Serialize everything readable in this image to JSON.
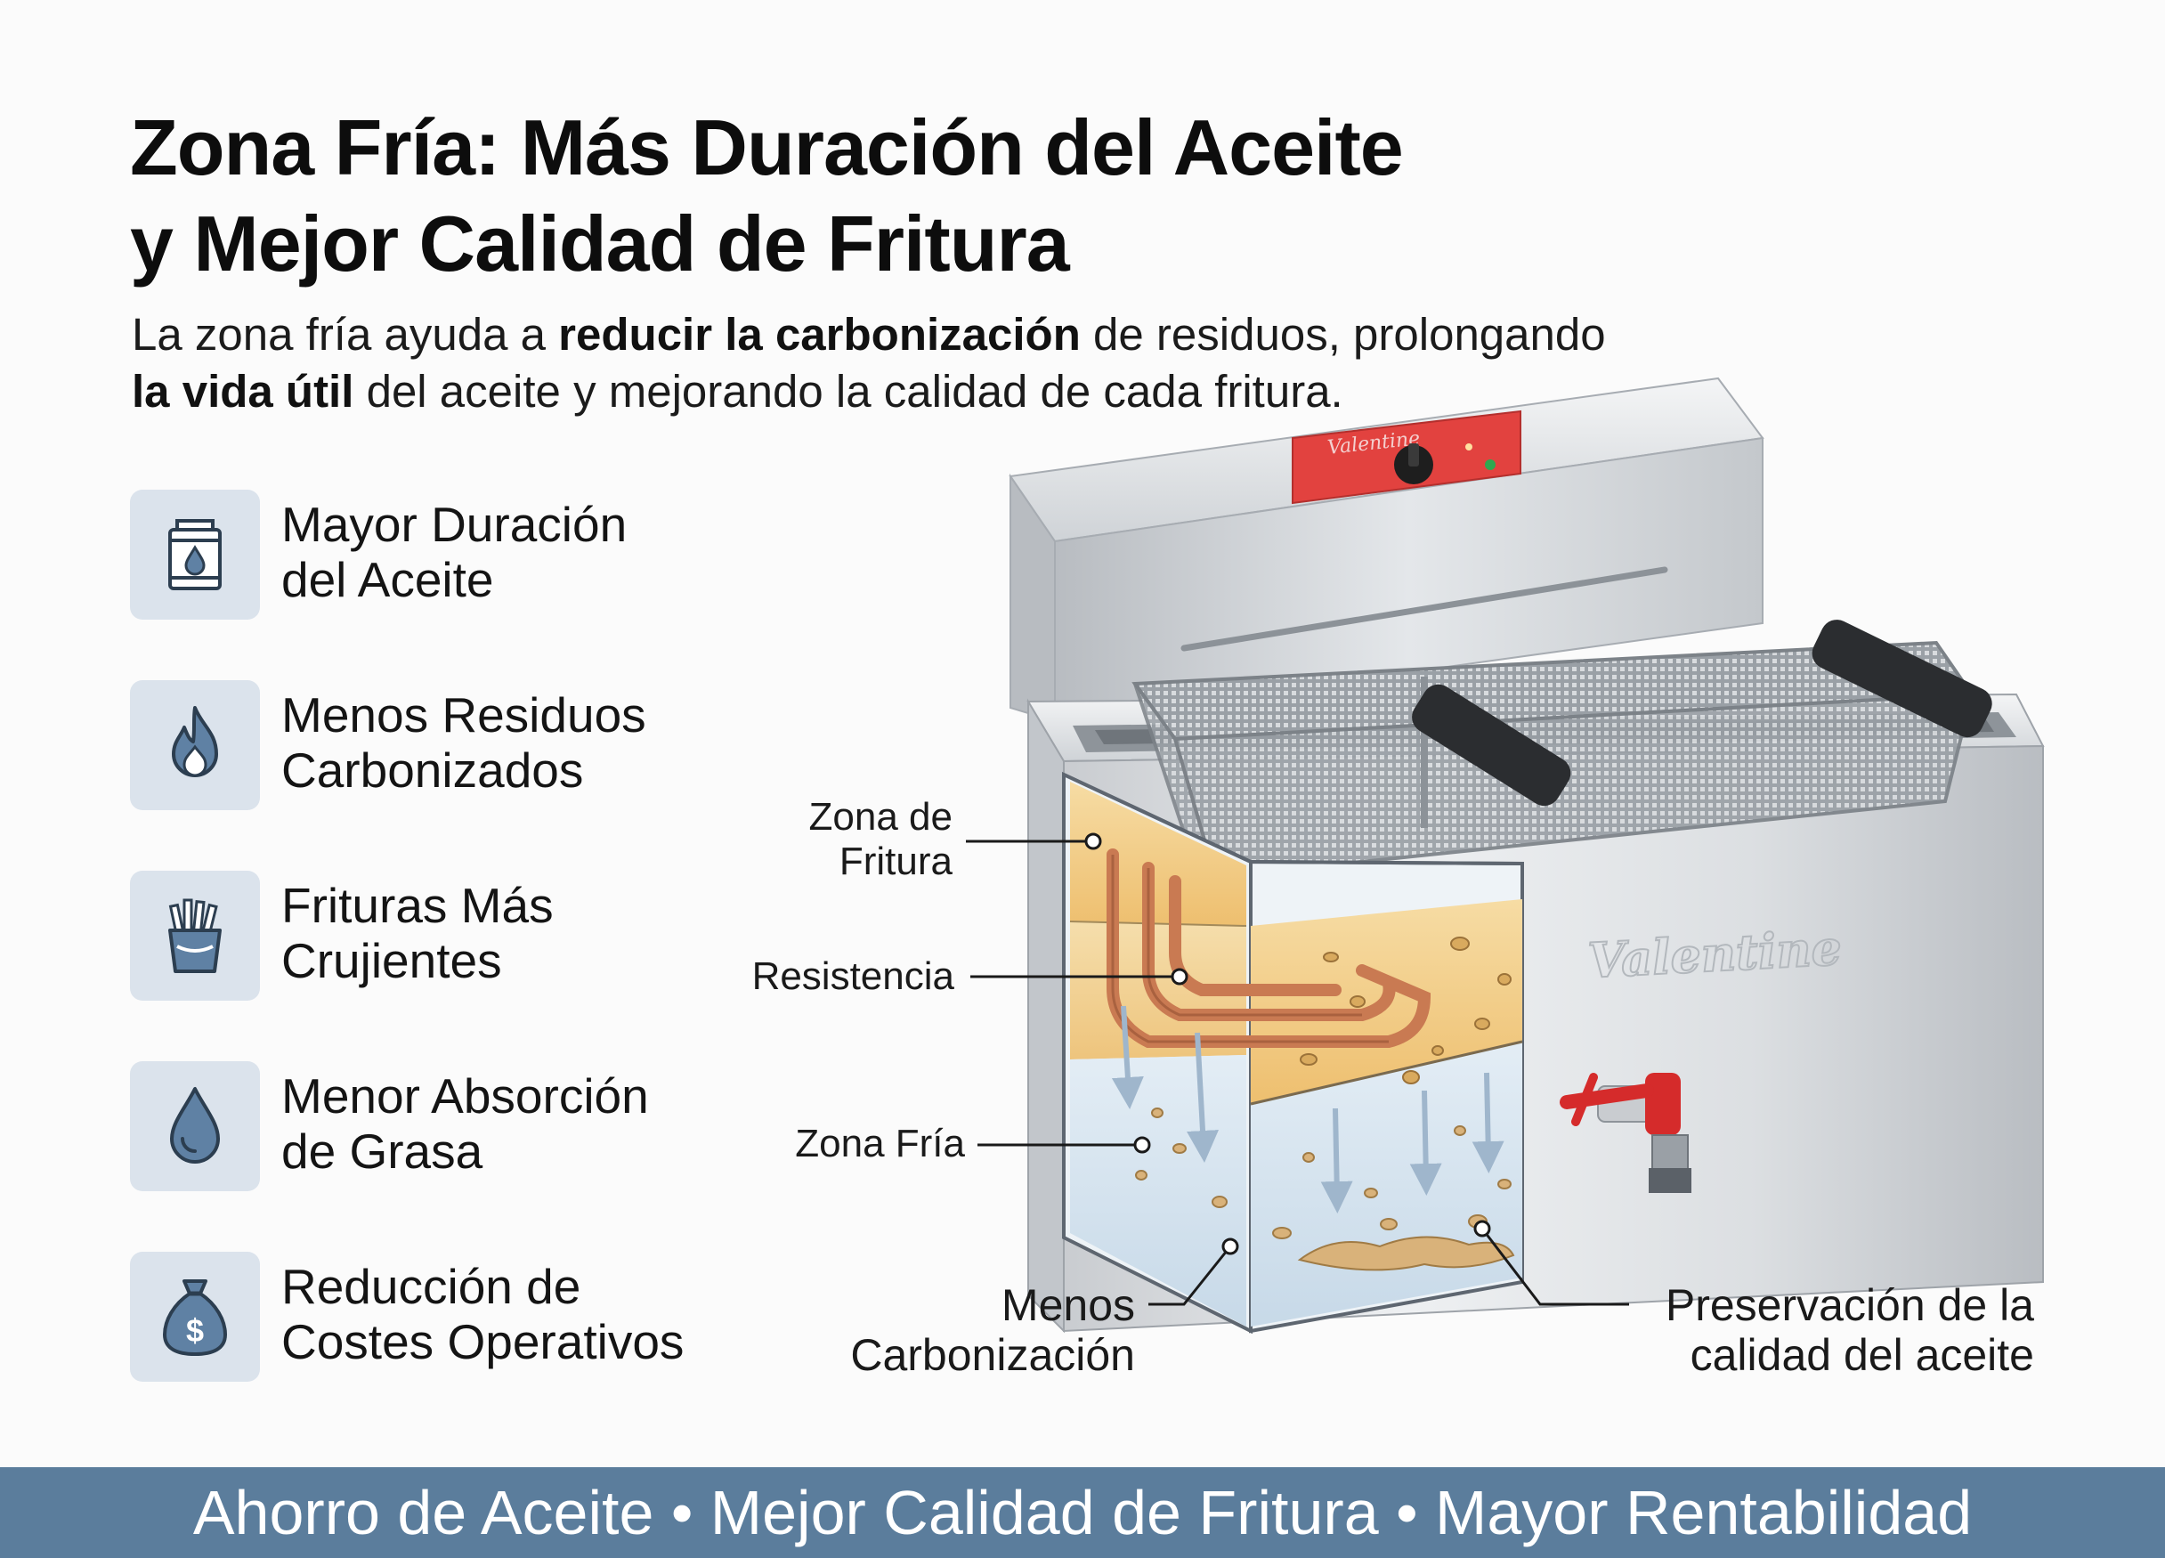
{
  "title": {
    "line1": "Zona Fría: Más Duración del Aceite",
    "line2": "y Mejor Calidad de Fritura"
  },
  "subtitle": {
    "p1": "La zona fría ayuda a ",
    "b1": "reducir la carbonización",
    "p2": " de residuos, prolongando",
    "b2": "la vida útil",
    "p3": " del aceite y mejorando la calidad de cada fritura."
  },
  "benefits": [
    {
      "icon": "oil-can-icon",
      "line1": "Mayor Duración",
      "line2": "del Aceite"
    },
    {
      "icon": "flame-icon",
      "line1": "Menos Residuos",
      "line2": "Carbonizados"
    },
    {
      "icon": "fries-icon",
      "line1": "Frituras Más",
      "line2": "Crujientes"
    },
    {
      "icon": "drop-icon",
      "line1": "Menor Absorción",
      "line2": "de Grasa"
    },
    {
      "icon": "money-bag-icon",
      "line1": "Reducción de",
      "line2": "Costes Operativos"
    }
  ],
  "labels": {
    "zona_fritura_1": "Zona de",
    "zona_fritura_2": "Fritura",
    "resistencia": "Resistencia",
    "zona_fria": "Zona Fría",
    "menos_1": "Menos",
    "menos_2": "Carbonización",
    "pres_1": "Preservación de la",
    "pres_2": "calidad del aceite"
  },
  "brand": "Valentine",
  "footer": "Ahorro de Aceite • Mejor Calidad de Fritura • Mayor Rentabilidad",
  "colors": {
    "tile_bg": "#dbe3ec",
    "icon_stroke": "#2c3e50",
    "icon_fill": "#5f81a4",
    "footer_bg": "#5b7d9c",
    "control_panel": "#e2423f",
    "frying_oil": "#f1d39a",
    "cold_oil": "#d9e7f1",
    "heating_element": "#c97a52",
    "valve": "#d52b2b"
  }
}
